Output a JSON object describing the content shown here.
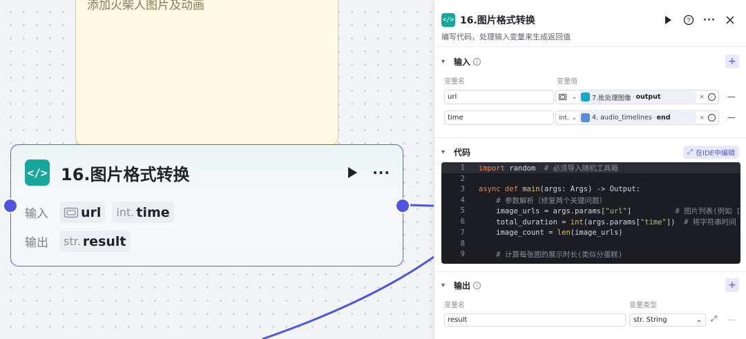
{
  "canvas": {
    "note_text": "添加火柴人图片及动画",
    "node": {
      "icon": "code-icon",
      "title": "16.图片格式转换",
      "input_label": "输入",
      "output_label": "输出",
      "inputs": [
        {
          "type": "",
          "type_icon": "image-icon",
          "name": "url"
        },
        {
          "type": "int.",
          "name": "time"
        }
      ],
      "outputs": [
        {
          "type": "str.",
          "name": "result"
        }
      ]
    }
  },
  "panel": {
    "title": "16.图片格式转换",
    "description": "编写代码，处理输入变量来生成返回值",
    "input_section": {
      "title": "输入",
      "col_name": "变量名",
      "col_value": "变量值",
      "rows": [
        {
          "name": "url",
          "type": "",
          "type_icon": "image-icon",
          "source": "7.批处理图像",
          "output": "output"
        },
        {
          "name": "time",
          "type": "int.",
          "source": "4. audio_timelines",
          "output": "end"
        }
      ]
    },
    "code_section": {
      "title": "代码",
      "ide_button": "在IDE中编辑",
      "line_numbers": [
        "1",
        "2",
        "3",
        "4",
        "5",
        "6",
        "7",
        "8",
        "9"
      ]
    },
    "output_section": {
      "title": "输出",
      "col_name": "变量名",
      "col_type": "变量类型",
      "rows": [
        {
          "name": "result",
          "type": "str. String"
        }
      ]
    },
    "colors": {
      "accent": "#4e55e0",
      "node_icon": "#19a79d",
      "note_border": "#f5c56a"
    }
  }
}
